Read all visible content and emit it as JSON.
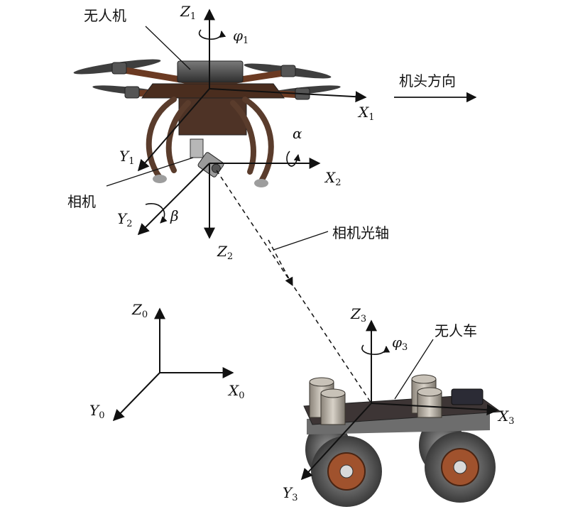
{
  "labels": {
    "drone": "无人机",
    "heading": "机头方向",
    "camera": "相机",
    "optical_axis": "相机光轴",
    "ugv": "无人车"
  },
  "axes": {
    "z1": {
      "sym": "Z",
      "sub": "1"
    },
    "x1": {
      "sym": "X",
      "sub": "1"
    },
    "y1": {
      "sym": "Y",
      "sub": "1"
    },
    "phi1": {
      "sym": "φ",
      "sub": "1"
    },
    "x2": {
      "sym": "X",
      "sub": "2"
    },
    "y2": {
      "sym": "Y",
      "sub": "2"
    },
    "z2": {
      "sym": "Z",
      "sub": "2"
    },
    "alpha": {
      "sym": "α",
      "sub": ""
    },
    "beta": {
      "sym": "β",
      "sub": ""
    },
    "z0": {
      "sym": "Z",
      "sub": "0"
    },
    "x0": {
      "sym": "X",
      "sub": "0"
    },
    "y0": {
      "sym": "Y",
      "sub": "0"
    },
    "z3": {
      "sym": "Z",
      "sub": "3"
    },
    "x3": {
      "sym": "X",
      "sub": "3"
    },
    "y3": {
      "sym": "Y",
      "sub": "3"
    },
    "phi3": {
      "sym": "φ",
      "sub": "3"
    }
  }
}
